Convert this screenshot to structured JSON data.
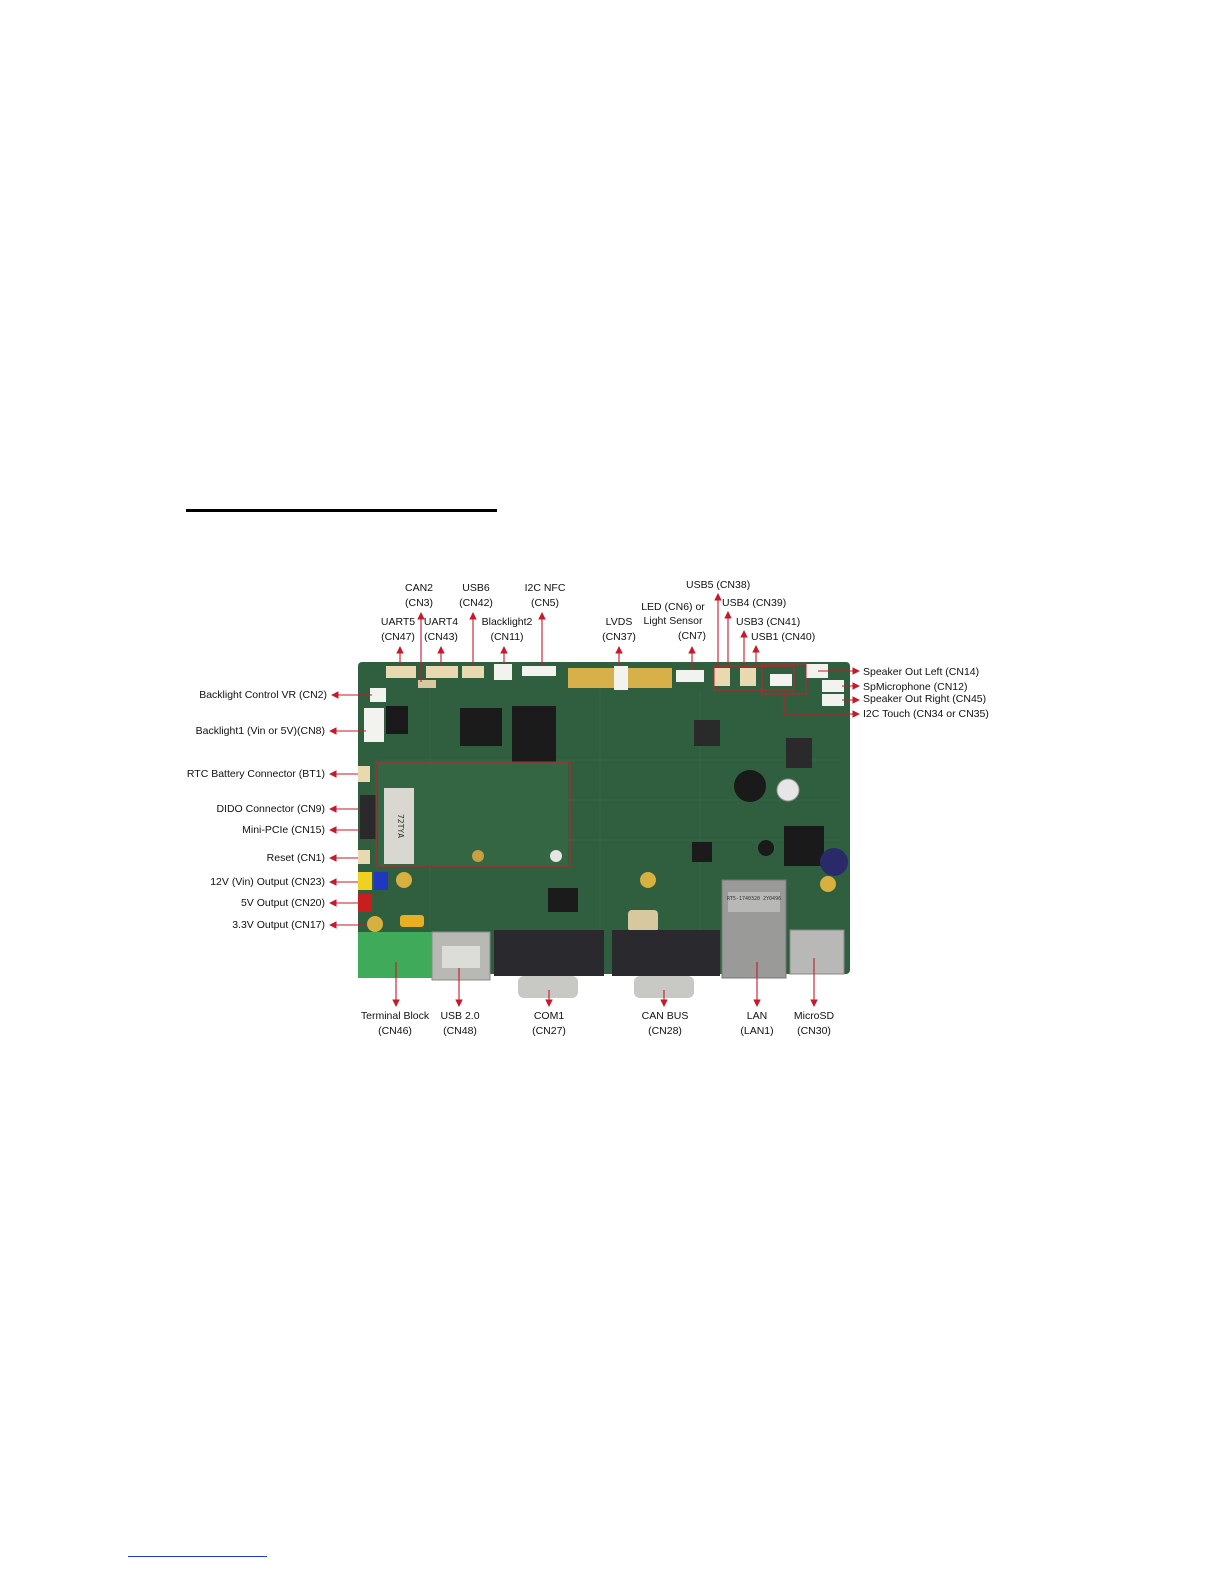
{
  "colors": {
    "callout_arrow": "#c8182a",
    "pcb_green": "#2f5f3f",
    "terminal_block": "#3faa5a",
    "connector_metal": "#9a9a98"
  },
  "callouts": {
    "can2_l1": "CAN2",
    "can2_l2": "(CN3)",
    "usb6_l1": "USB6",
    "usb6_l2": "(CN42)",
    "i2cnfc_l1": "I2C NFC",
    "i2cnfc_l2": "(CN5)",
    "usb5": "USB5 (CN38)",
    "usb4": "USB4 (CN39)",
    "usb3": "USB3 (CN41)",
    "usb1": "USB1 (CN40)",
    "led_l1": "LED (CN6) or",
    "led_l2": "Light Sensor",
    "led_l3": "(CN7)",
    "lvds_l1": "LVDS",
    "lvds_l2": "(CN37)",
    "uart5_l1": "UART5",
    "uart5_l2": "(CN47)",
    "uart4_l1": "UART4",
    "uart4_l2": "(CN43)",
    "blacklight2_l1": "Blacklight2",
    "blacklight2_l2": "(CN11)",
    "backlight_vr": "Backlight Control VR (CN2)",
    "backlight1": "Backlight1 (Vin or 5V)(CN8)",
    "rtc": "RTC Battery Connector (BT1)",
    "dido": "DIDO Connector (CN9)",
    "minipcie": "Mini-PCIe (CN15)",
    "reset": "Reset (CN1)",
    "out12v": "12V (Vin) Output (CN23)",
    "out5v": "5V Output (CN20)",
    "out33v": "3.3V Output (CN17)",
    "spk_left": "Speaker Out Left (CN14)",
    "spmic": "SpMicrophone (CN12)",
    "spk_right": "Speaker Out Right (CN45)",
    "i2ctouch": "I2C Touch (CN34 or CN35)",
    "terminal_l1": "Terminal Block",
    "terminal_l2": "(CN46)",
    "usb20_l1": "USB 2.0",
    "usb20_l2": "(CN48)",
    "com1_l1": "COM1",
    "com1_l2": "(CN27)",
    "canbus_l1": "CAN BUS",
    "canbus_l2": "(CN28)",
    "lan_l1": "LAN",
    "lan_l2": "(LAN1)",
    "microsd_l1": "MicroSD",
    "microsd_l2": "(CN30)"
  },
  "board_silkscreen": {
    "module_text": "72TYA",
    "lan_text": "RT5-1740320 2Y0496"
  }
}
